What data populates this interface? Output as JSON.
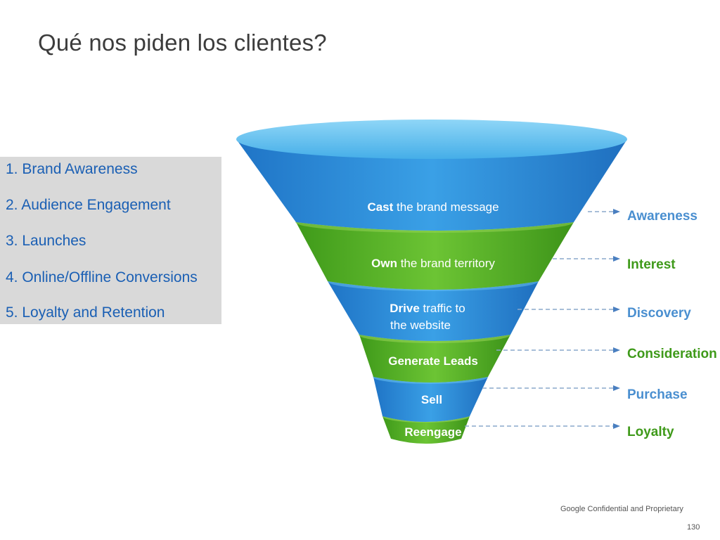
{
  "slide": {
    "title": "Qué nos piden los clientes?",
    "footer": "Google Confidential and Proprietary",
    "page_number": "130"
  },
  "list": {
    "items": [
      "1. Brand Awareness",
      "2. Audience Engagement",
      "3. Launches",
      "4. Online/Offline Conversions",
      "5. Loyalty and Retention"
    ]
  },
  "funnel": {
    "colors": {
      "blue": "#2f8fdc",
      "blue_light": "#6cc3f2",
      "green": "#5fb82a",
      "green_light": "#9ad65a",
      "stage_label": "#4a8fd0",
      "arrow": "#5a8fc8"
    },
    "stages": [
      {
        "bold": "Cast",
        "rest": " the brand message",
        "line2": "",
        "label": "Awareness"
      },
      {
        "bold": "Own",
        "rest": " the brand territory",
        "line2": "",
        "label": "Interest"
      },
      {
        "bold": "Drive",
        "rest": " traffic to",
        "line2": "the website",
        "label": "Discovery"
      },
      {
        "bold": "Generate Leads",
        "rest": "",
        "line2": "",
        "label": "Consideration"
      },
      {
        "bold": "Sell",
        "rest": "",
        "line2": "",
        "label": "Purchase"
      },
      {
        "bold": "Reengage",
        "rest": "",
        "line2": "",
        "label": "Loyalty"
      }
    ]
  }
}
